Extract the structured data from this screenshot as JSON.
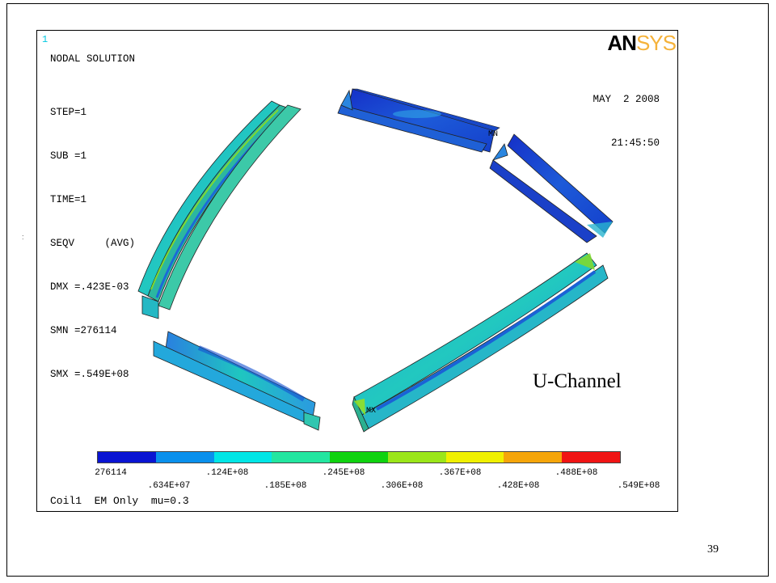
{
  "window": {
    "number": "1",
    "title": "NODAL SOLUTION",
    "stats": [
      "STEP=1",
      "SUB =1",
      "TIME=1",
      "SEQV     (AVG)",
      "DMX =.423E-03",
      "SMN =276114",
      "SMX =.549E+08"
    ],
    "date": "MAY  2 2008",
    "time": "21:45:50",
    "logo_primary": "AN",
    "logo_secondary": "SYS",
    "footer": "Coil1  EM Only  mu=0.3",
    "probe_min": "MN",
    "probe_max": "MX"
  },
  "annotation": "U-Channel",
  "legend": {
    "colors": [
      "#0a14d2",
      "#0a90ec",
      "#00e6e6",
      "#23e6a0",
      "#0fd20f",
      "#9be619",
      "#f0f000",
      "#f5a50a",
      "#f01414"
    ],
    "labels_top": [
      "276114",
      ".124E+08",
      ".245E+08",
      ".367E+08",
      ".488E+08"
    ],
    "labels_bottom": [
      ".634E+07",
      ".185E+08",
      ".306E+08",
      ".428E+08",
      ".549E+08"
    ]
  },
  "page_number": "39",
  "stray_mark": ":"
}
